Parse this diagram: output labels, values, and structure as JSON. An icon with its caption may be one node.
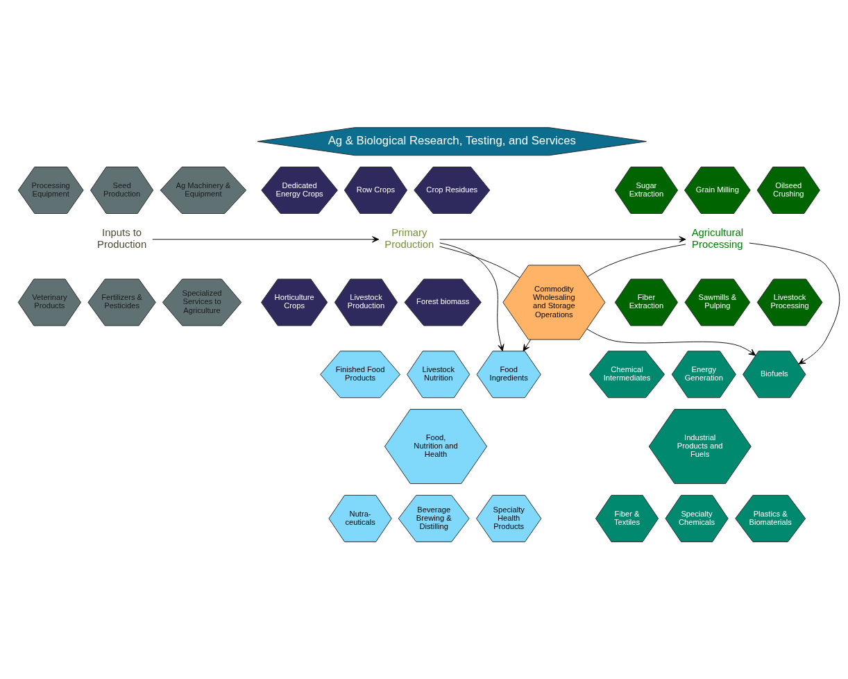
{
  "diagram": {
    "nodes": [
      {
        "text": [
          "Ag & Biological Research, Testing, and Services"
        ]
      },
      {
        "text": [
          "Inputs to Production"
        ]
      },
      {
        "text": [
          "Ag Machinery & Equipment"
        ]
      },
      {
        "text": [
          "Seed Production"
        ]
      },
      {
        "text": [
          "Processing Equipment"
        ]
      },
      {
        "text": [
          "Veterinary Products"
        ]
      },
      {
        "text": [
          "Fertilizers & Pesticides"
        ]
      },
      {
        "text": [
          "Specialized Services to Agriculture"
        ]
      },
      {
        "text": [
          "Primary Production"
        ]
      },
      {
        "text": [
          "Crop Residues"
        ]
      },
      {
        "text": [
          "Row Crops"
        ]
      },
      {
        "text": [
          "Dedicated Energy Crops"
        ]
      },
      {
        "text": [
          "Horticulture Crops"
        ]
      },
      {
        "text": [
          "Livestock Production"
        ]
      },
      {
        "text": [
          "Forest biomass"
        ]
      },
      {
        "text": [
          "Agricultural Processing"
        ]
      },
      {
        "text": [
          "Oilseed Crushing"
        ]
      },
      {
        "text": [
          "Grain Milling"
        ]
      },
      {
        "text": [
          "Sugar Extraction"
        ]
      },
      {
        "text": [
          "Fiber Extraction"
        ]
      },
      {
        "text": [
          "Sawmills & Pulping"
        ]
      },
      {
        "text": [
          "Livestock Processing"
        ]
      },
      {
        "text": [
          "Commodity Wholesaling and Storage Operations"
        ]
      },
      {
        "text": [
          "Food Ingredients"
        ]
      },
      {
        "text": [
          "Livestock Nutrition"
        ]
      },
      {
        "text": [
          "Finished Food Products"
        ]
      },
      {
        "text": [
          "Food, Nutrition and Health"
        ]
      },
      {
        "text": [
          "Nutra- ceuticals"
        ]
      },
      {
        "text": [
          "Beverage Brewing & Distilling"
        ]
      },
      {
        "text": [
          "Specialty Health Products"
        ]
      },
      {
        "text": [
          "Biofuels"
        ]
      },
      {
        "text": [
          "Energy Generation"
        ]
      },
      {
        "text": [
          "Chemical Intermediates"
        ]
      },
      {
        "text": [
          "Industrial Products and Fuels"
        ]
      },
      {
        "text": [
          "Fiber & Textiles"
        ]
      },
      {
        "text": [
          "Specialty Chemicals"
        ]
      },
      {
        "text": [
          "Plastics & Biomaterials"
        ]
      }
    ],
    "edges": [
      {
        "from": 1,
        "to": 8,
        "arrow": "to"
      },
      {
        "from": 8,
        "to": 15,
        "arrow": "to"
      },
      {
        "from": 8,
        "to": 22,
        "arrow": "none"
      },
      {
        "from": 15,
        "to": 22,
        "arrow": "none"
      },
      {
        "from": 8,
        "to": 23,
        "arrow": "to"
      },
      {
        "from": 15,
        "to": 30,
        "arrow": "to"
      },
      {
        "from": 22,
        "to": 23,
        "arrow": "to"
      },
      {
        "from": 22,
        "to": 30,
        "arrow": "to"
      }
    ]
  }
}
